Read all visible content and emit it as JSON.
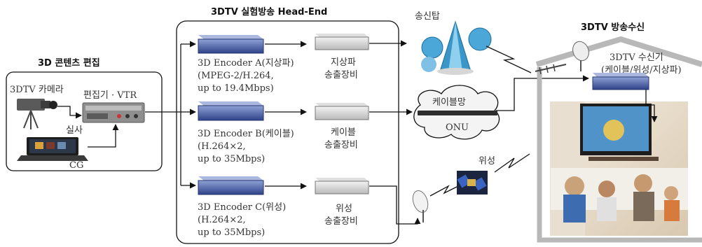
{
  "sections": {
    "editing_title": "3D 콘텐츠 편집",
    "headend_title": "3DTV 실험방송 Head-End",
    "reception_title": "3DTV 방송수신"
  },
  "editing": {
    "camera": "3DTV 카메라",
    "editor": "편집기 · VTR",
    "live": "실사",
    "cg": "CG"
  },
  "encoders": [
    {
      "lines": [
        "3D Encoder A(지상파)",
        "(MPEG-2/H.264,",
        "up to 19.4Mbps)"
      ],
      "tx": [
        "지상파",
        "송출장비"
      ]
    },
    {
      "lines": [
        "3D Encoder B(케이블)",
        "(H.264×2,",
        "up to 35Mbps)"
      ],
      "tx": [
        "케이블",
        "송출장비"
      ]
    },
    {
      "lines": [
        "3D Encoder C(위성)",
        "(H.264×2,",
        "up to 35Mbps)"
      ],
      "tx": [
        "위성",
        "송출장비"
      ]
    }
  ],
  "network": {
    "tower": "송신탑",
    "cable_net": "케이블망",
    "onu": "ONU",
    "satellite": "위성"
  },
  "receiver": {
    "line1": "3DTV 수신기",
    "line2": "(케이블/위성/지상파)"
  },
  "colors": {
    "device": "#3a4f96",
    "device_top": "#8a9ccd",
    "house": "#b8b8b8",
    "line": "#111111"
  }
}
